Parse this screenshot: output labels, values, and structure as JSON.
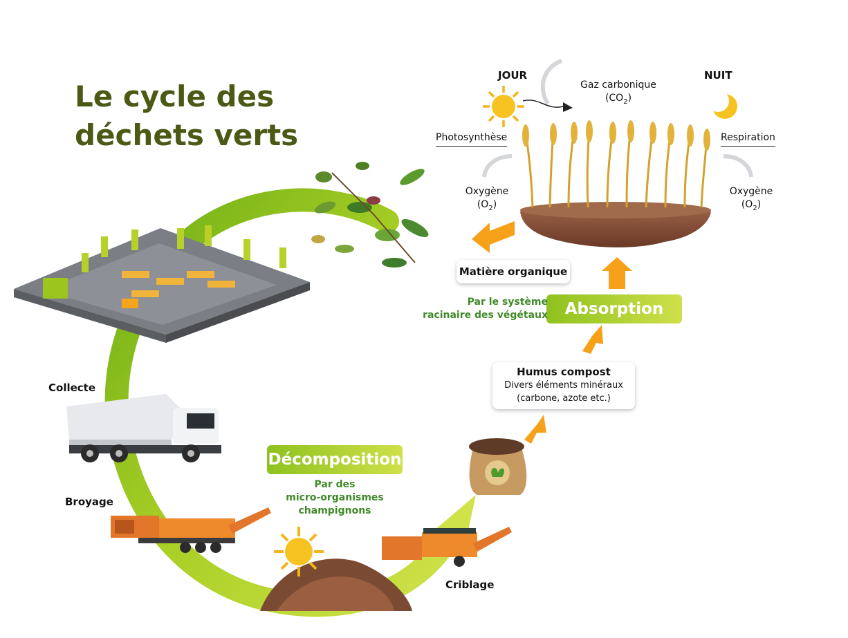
{
  "title_line1": "Le cycle des",
  "title_line2": "déchets verts",
  "day": {
    "label": "JOUR",
    "icon": "sun-icon"
  },
  "night": {
    "label": "NUIT",
    "icon": "moon-icon"
  },
  "co2": {
    "label": "Gaz carbonique",
    "formula": "(CO",
    "sub": "2",
    "close": ")"
  },
  "photosynthesis": "Photosynthèse",
  "respiration": "Respiration",
  "oxygen_left": {
    "label": "Oxygène",
    "formula": "(O",
    "sub": "2",
    "close": ")"
  },
  "oxygen_right": {
    "label": "Oxygène",
    "formula": "(O",
    "sub": "2",
    "close": ")"
  },
  "matiere": "Matière organique",
  "absorption": "Absorption",
  "absorption_note_1": "Par le système",
  "absorption_note_2": "racinaire des végétaux",
  "humus": {
    "title": "Humus compost",
    "line1": "Divers éléments minéraux",
    "line2": "(carbone, azote etc.)"
  },
  "decomposition": "Décomposition",
  "decomposition_note_1": "Par des",
  "decomposition_note_2": "micro-organismes",
  "decomposition_note_3": "champignons",
  "collecte": "Collecte",
  "broyage": "Broyage",
  "criblage": "Criblage",
  "colors": {
    "title_green": "#4a5a14",
    "cycle_green": "#9cc51d",
    "arrow_orange": "#f7a11a",
    "note_green": "#3f8a28"
  }
}
